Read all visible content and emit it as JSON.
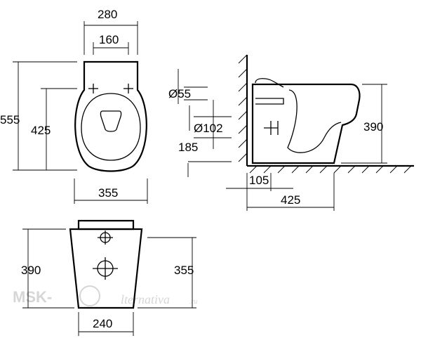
{
  "top_view": {
    "width_overall": "280",
    "width_fixing": "160",
    "length_overall": "555",
    "length_fixing": "425",
    "width_bowl": "355"
  },
  "pipe_details": {
    "dia_small": "Ø55",
    "dia_large": "Ø102",
    "height_offset": "185"
  },
  "side_view": {
    "height": "390",
    "outlet_offset": "105",
    "depth": "425"
  },
  "front_view": {
    "height_left": "390",
    "height_right": "355",
    "base_width": "240"
  },
  "watermark": {
    "brand_left": "MSK-",
    "brand_right": "lternativa",
    "domain_suffix": ".ru"
  }
}
